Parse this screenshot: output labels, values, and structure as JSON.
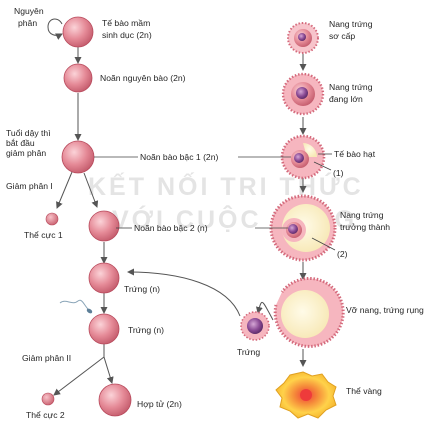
{
  "watermark": {
    "line1": "KẾT NỐI TRI THỨC",
    "line2": "VỚI CUỘC SỐNG"
  },
  "left_labels": {
    "nguyen_phan": [
      "Nguyên",
      "phân"
    ],
    "te_bao_mam": [
      "Tế bào mầm",
      "sinh dục (2n)"
    ],
    "noan_nguyen_bao": "Noãn nguyên bào (2n)",
    "tuoi_day_thi": [
      "Tuổi dậy thì",
      "bắt đầu",
      "giảm phân"
    ],
    "giam_phan_1": "Giảm phân I",
    "noan_bao_bac_1": "Noãn bào bậc 1 (2n)",
    "the_cuc_1": "Thể cực 1",
    "noan_bao_bac_2": "Noãn bào bậc 2 (n)",
    "trung_n_1": "Trứng (n)",
    "trung_n_2": "Trứng (n)",
    "giam_phan_2": "Giảm phân II",
    "hop_tu": "Hợp tử (2n)",
    "the_cuc_2": "Thể cực 2"
  },
  "right_labels": {
    "nang_trung_so_cap": [
      "Nang trứng",
      "sơ cấp"
    ],
    "nang_trung_dang_lon": [
      "Nang trứng",
      "đang lớn"
    ],
    "te_bao_hat": "Tế bào hạt",
    "marker_1": "(1)",
    "nang_trung_truong_thanh": [
      "Nang trứng",
      "trưởng thành"
    ],
    "marker_2": "(2)",
    "vo_nang": "Vỡ nang, trứng rụng",
    "trung": "Trứng",
    "the_vang": "Thể vàng"
  },
  "colors": {
    "cell_fill": "#e58a97",
    "cell_edge": "#b84a5c",
    "follicle_granulosa": "#f6b6bf",
    "follicle_antrum": "#fdf4cf",
    "nucleus": "#6e3b7a",
    "corpus_luteum": "#ffd24a",
    "corpus_luteum_center": "#f04a4a",
    "arrow": "#555555"
  }
}
